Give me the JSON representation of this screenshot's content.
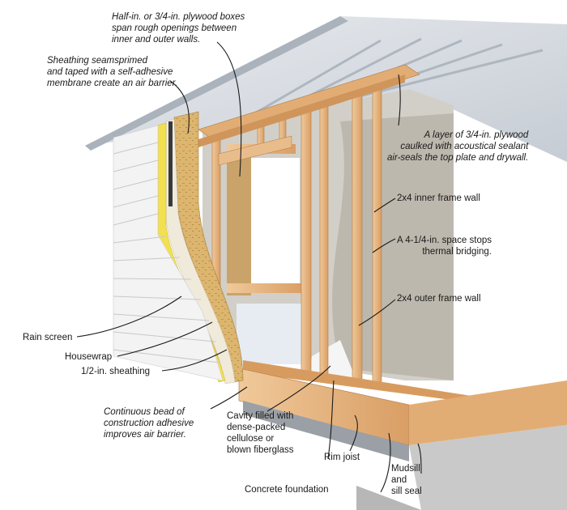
{
  "labels": {
    "plywood_boxes": [
      "Half-in. or 3/4-in. plywood boxes",
      "span rough openings between",
      "inner and outer walls."
    ],
    "sheathing_seams": [
      "Sheathing seamsprimed",
      "and taped with a self-adhesive",
      "membrane create an air barrier."
    ],
    "top_plate_plywood": [
      "A layer of 3/4-in. plywood",
      "caulked with acoustical sealant",
      "air-seals the top plate and drywall."
    ],
    "inner_frame": [
      "2x4 inner frame wall"
    ],
    "space_gap": [
      "A 4-1/4-in. space stops",
      "thermal bridging."
    ],
    "outer_frame": [
      "2x4 outer frame wall"
    ],
    "rain_screen": [
      "Rain screen"
    ],
    "housewrap": [
      "Housewrap"
    ],
    "sheathing": [
      "1/2-in. sheathing"
    ],
    "adhesive_bead": [
      "Continuous bead of",
      "construction adhesive",
      "improves air barrier."
    ],
    "cavity_fill": [
      "Cavity filled with",
      "dense-packed",
      "cellulose or",
      "blown fiberglass"
    ],
    "rim_joist": [
      "Rim joist"
    ],
    "mudsill": [
      "Mudsill",
      "and",
      "sill seal"
    ],
    "foundation": [
      "Concrete foundation"
    ]
  },
  "colors": {
    "lumber": "#e7b98a",
    "lumber_edge": "#b07a45",
    "sheathing": "#d8b26a",
    "housewrap": "#f2ecd8",
    "insulation": "#f0df55",
    "siding": "#f4f4f4",
    "ceiling": "#d9dde3",
    "drywall": "#c9c5bd",
    "foundation": "#c8c8c8"
  }
}
